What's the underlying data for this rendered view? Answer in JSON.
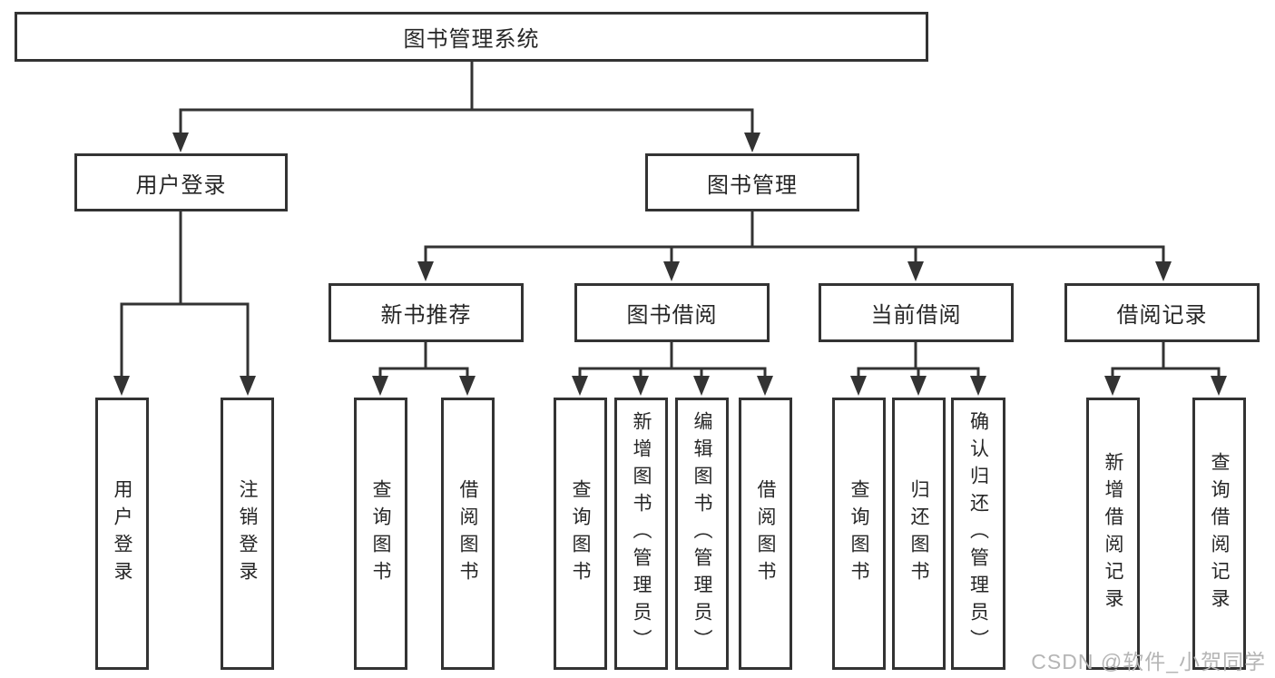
{
  "root_label": "图书管理系统",
  "tree": {
    "branches": [
      {
        "label": "用户登录",
        "leaves": [
          "用户登录",
          "注销登录"
        ]
      },
      {
        "label": "图书管理",
        "groups": [
          {
            "label": "新书推荐",
            "leaves": [
              "查询图书",
              "借阅图书"
            ]
          },
          {
            "label": "图书借阅",
            "leaves": [
              "查询图书",
              "新增图书（管理员）",
              "编辑图书（管理员）",
              "借阅图书"
            ]
          },
          {
            "label": "当前借阅",
            "leaves": [
              "查询图书",
              "归还图书",
              "确认归还（管理员）"
            ]
          },
          {
            "label": "借阅记录",
            "leaves": [
              "新增借阅记录",
              "查询借阅记录"
            ]
          }
        ]
      }
    ]
  },
  "watermark": "CSDN @软件_小贺同学",
  "colors": {
    "background": "#ffffff",
    "box_fill": "#ffffff",
    "border": "#333333",
    "line": "#333333",
    "text": "#262626",
    "watermark": "#b5b5b5"
  }
}
